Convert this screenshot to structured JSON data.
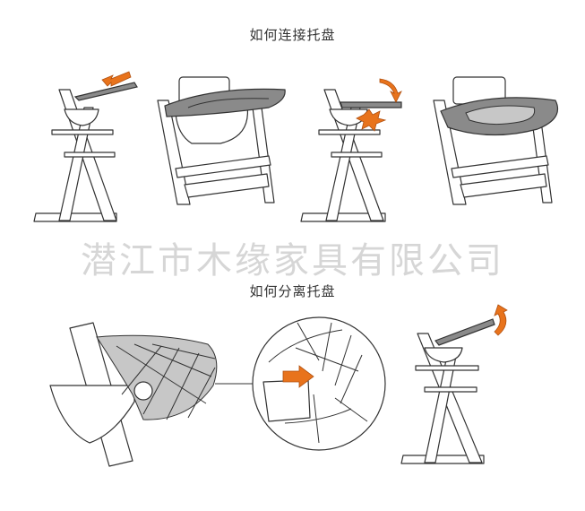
{
  "connect_title": "如何连接托盘",
  "detach_title": "如何分离托盘",
  "watermark": "潜江市木缘家具有限公司",
  "colors": {
    "arrow": "#e8731c",
    "tray": "#8a8a8a",
    "outline": "#333333"
  }
}
